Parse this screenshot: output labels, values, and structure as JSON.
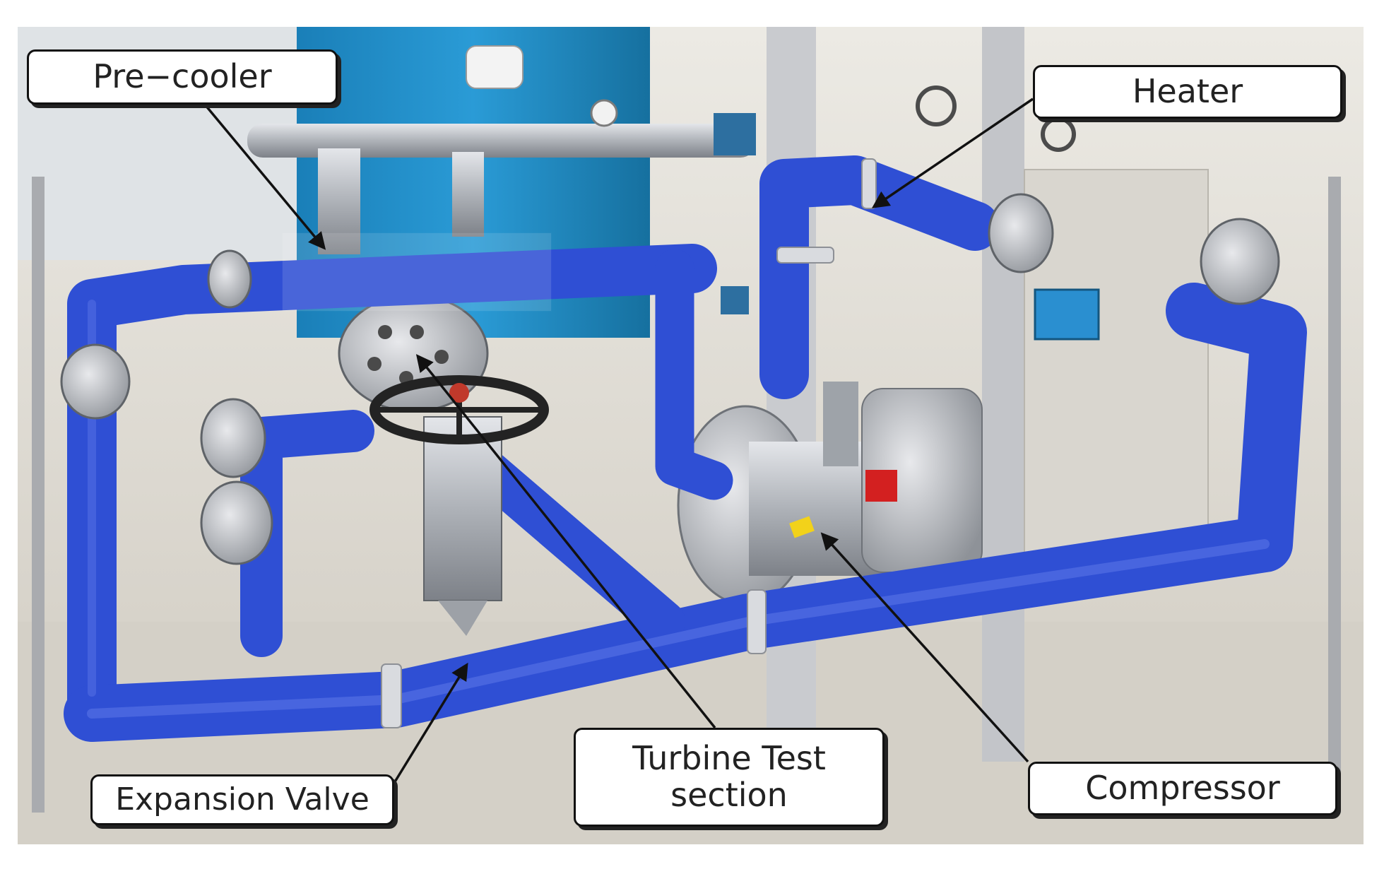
{
  "image_description_labels": {
    "precooler": "Pre−cooler",
    "heater": "Heater",
    "turbine_line1": "Turbine Test",
    "turbine_line2": "section",
    "expansion_valve": "Expansion Valve",
    "compressor": "Compressor"
  },
  "colors": {
    "pipe_insulation": "#2f4fd4",
    "pipe_dark": "#1e34a3",
    "steel": "#b8bcc2",
    "tank": "#1f88c4",
    "floor": "#d8d4cc",
    "background": "#e9e6df"
  }
}
